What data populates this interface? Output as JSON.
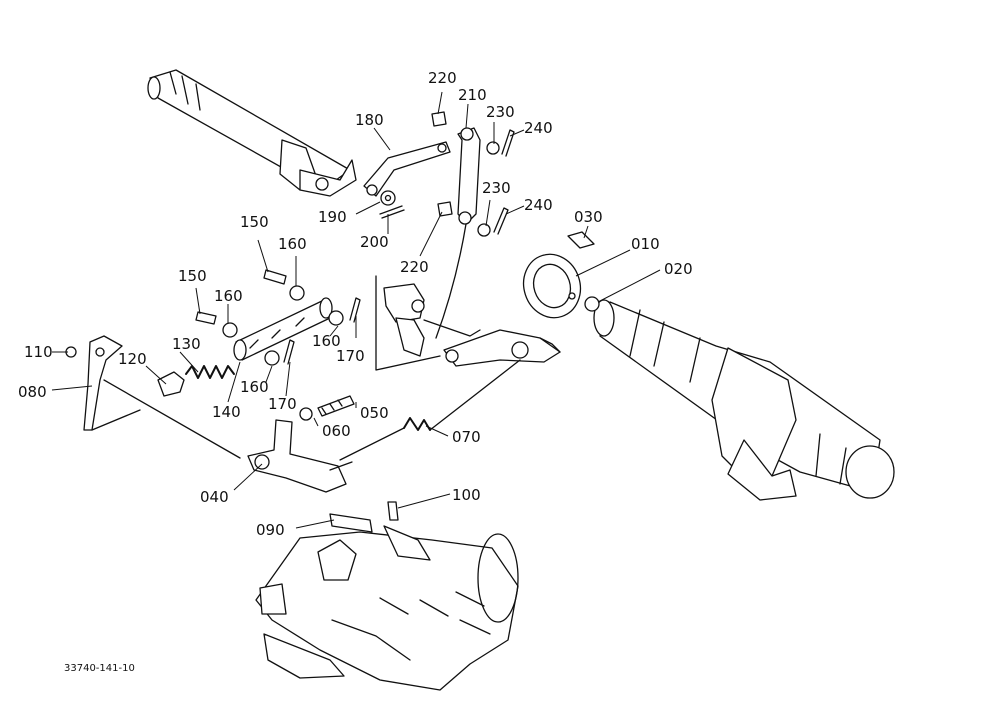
{
  "drawing_code": "33740-141-10",
  "callouts": {
    "p010": "010",
    "p020": "020",
    "p030": "030",
    "p040": "040",
    "p050": "050",
    "p060": "060",
    "p070": "070",
    "p080": "080",
    "p090": "090",
    "p100": "100",
    "p110": "110",
    "p120": "120",
    "p130": "130",
    "p140": "140",
    "p150a": "150",
    "p150b": "150",
    "p160a": "160",
    "p160b": "160",
    "p160c": "160",
    "p160d": "160",
    "p170a": "170",
    "p170b": "170",
    "p180": "180",
    "p190": "190",
    "p200": "200",
    "p210": "210",
    "p220a": "220",
    "p220b": "220",
    "p230a": "230",
    "p230b": "230",
    "p240a": "240",
    "p240b": "240"
  }
}
